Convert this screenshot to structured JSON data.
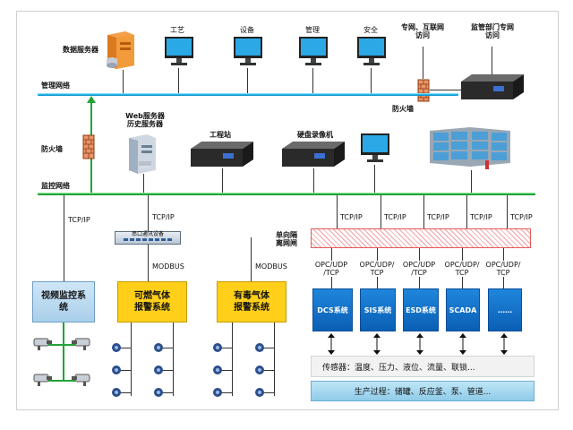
{
  "top": {
    "data_server": "数据服务器",
    "workstations": [
      "工艺",
      "设备",
      "管理",
      "安全"
    ],
    "internet": "专网、互联网\n访问",
    "regulator": "监管部门专网\n访问",
    "mgmt_network": "管理网络",
    "firewall_right": "防火墙"
  },
  "middle": {
    "firewall_left": "防火墙",
    "web_server": "Web服务器\n历史服务器",
    "engineer_station": "工程站",
    "disk_recorder": "硬盘录像机",
    "monitor_network": "监控网络"
  },
  "links": {
    "tcp_ip_video": "TCP/IP",
    "tcp_ip_mux": "TCP/IP",
    "tcp_ip_dcs": [
      "TCP/IP",
      "TCP/IP",
      "TCP/IP",
      "TCP/IP",
      "TCP/IP"
    ],
    "modbus_1": "MODBUS",
    "modbus_2": "MODBUS",
    "opc": [
      "OPC/UDP\n/TCP",
      "OPC/UDP/\nTCP",
      "OPC/UDP\n/TCP",
      "OPC/UDP/\nTCP",
      "OPC/UDP/\nTCP"
    ]
  },
  "isolation": "单向隔\n离网闸",
  "mux_label": "串口通讯设备",
  "systems": {
    "video": "视频监控系\n统",
    "combustible": "可燃气体\n报警系统",
    "toxic": "有毒气体\n报警系统",
    "dcs": [
      "DCS系统",
      "SIS系统",
      "ESD系统",
      "SCADA",
      "……"
    ]
  },
  "sensors": "传感器：温度、压力、液位、流量、联锁...",
  "process": "生产过程：储罐、反应釜、泵、管道...",
  "colors": {
    "bus": "#17b2e8",
    "green_bus": "#22b43a",
    "yellow": "#ffcf1a",
    "blue": "#0a5fb4"
  }
}
